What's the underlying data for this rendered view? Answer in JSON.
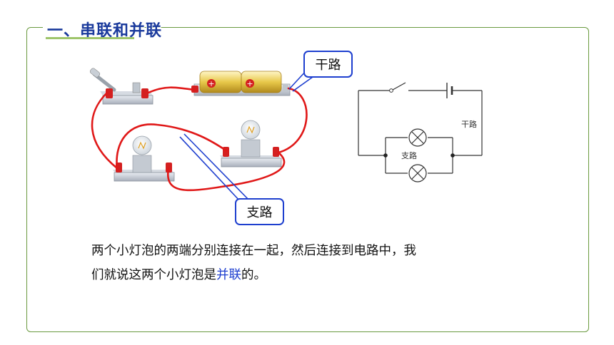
{
  "section": {
    "title": "一、串联和并联"
  },
  "callouts": {
    "trunk": "干路",
    "branch": "支路"
  },
  "schematic": {
    "trunk_label": "干路",
    "branch_label": "支路"
  },
  "paragraph": {
    "line1": "两个小灯泡的两端分别连接在一起，然后连接到电路中，我",
    "line2_pre": "们就说这两个小灯泡是",
    "line2_highlight": "并联",
    "line2_post": "的。"
  },
  "colors": {
    "frame": "#6a9a3f",
    "callout_border": "#1e3fcf",
    "wire": "#e01818",
    "highlight": "#1e3fcf"
  },
  "icons": [
    "knife-switch-icon",
    "battery-icon",
    "bulb-icon",
    "lamp-symbol-icon",
    "cell-symbol-icon",
    "switch-symbol-icon"
  ]
}
